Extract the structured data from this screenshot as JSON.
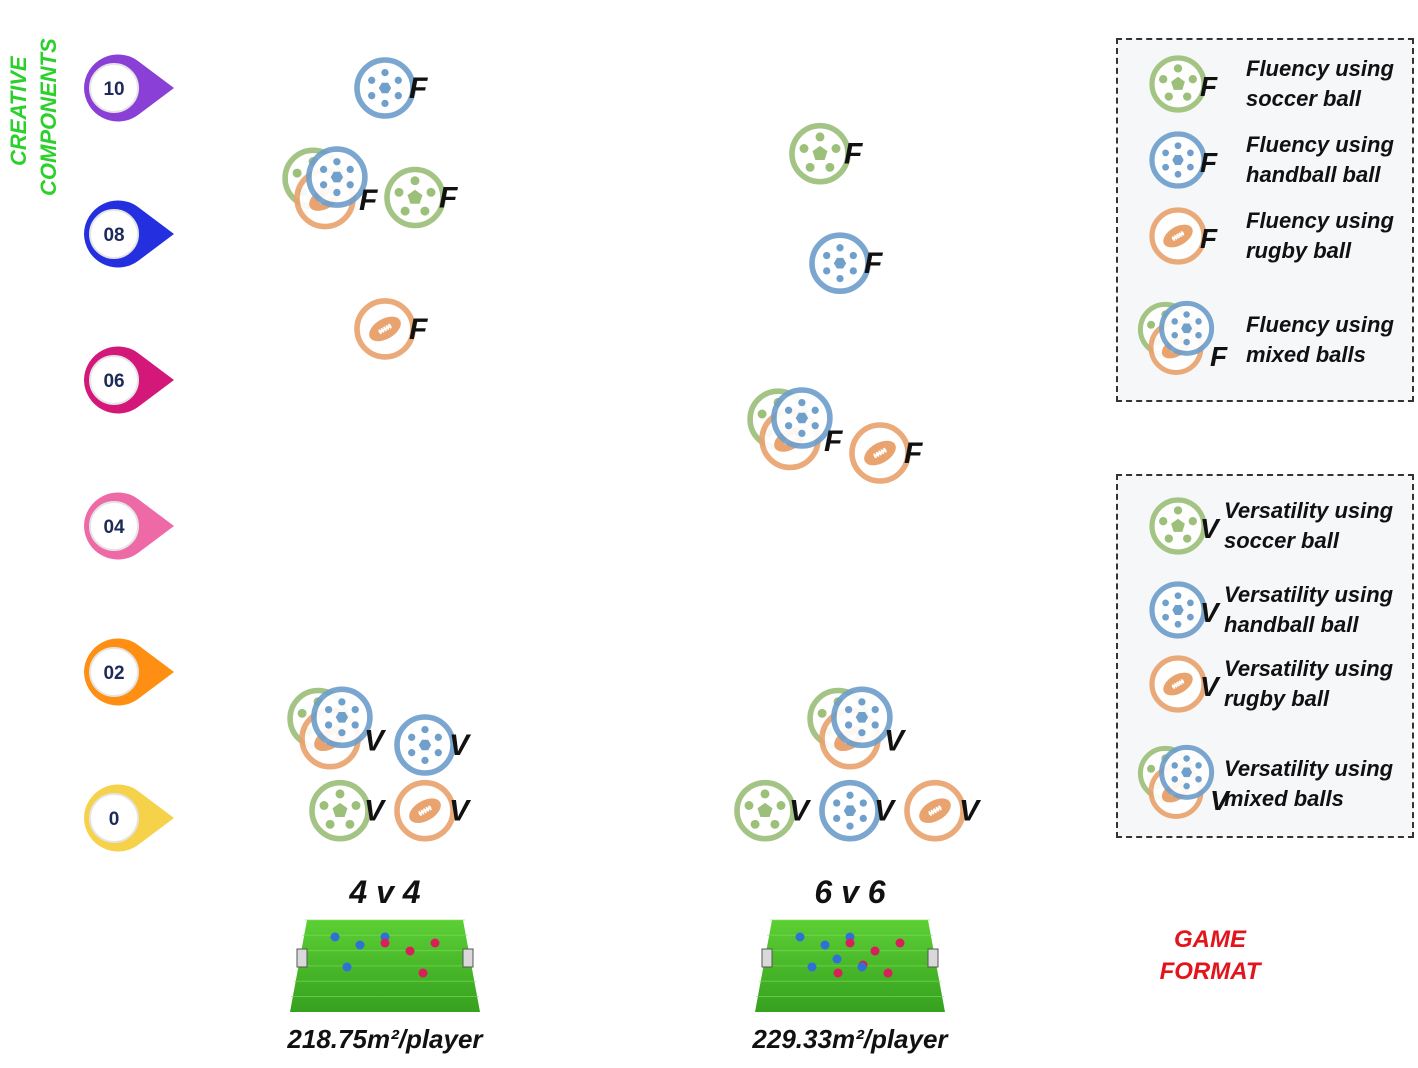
{
  "chart_data": {
    "type": "scatter",
    "ylabel": "CREATIVE COMPONENTS",
    "xlabel": "GAME FORMAT",
    "ylim": [
      0,
      10
    ],
    "yticks": [
      "10",
      "08",
      "06",
      "04",
      "02",
      "0"
    ],
    "categories": [
      {
        "label": "4 v 4",
        "area": "218.75m²/player"
      },
      {
        "label": "6 v 6",
        "area": "229.33m²/player"
      }
    ],
    "series": [
      {
        "name": "Fluency using soccer ball",
        "ball": "soccer",
        "letter": "F",
        "values": [
          8.5,
          9.1
        ]
      },
      {
        "name": "Fluency using handball ball",
        "ball": "handball",
        "letter": "F",
        "values": [
          10.0,
          7.6
        ]
      },
      {
        "name": "Fluency using rugby ball",
        "ball": "rugby",
        "letter": "F",
        "values": [
          6.7,
          5.0
        ]
      },
      {
        "name": "Fluency using mixed balls",
        "ball": "mixed",
        "letter": "F",
        "values": [
          8.6,
          5.3
        ]
      },
      {
        "name": "Versatility using soccer ball",
        "ball": "soccer",
        "letter": "V",
        "values": [
          0.1,
          0.1
        ]
      },
      {
        "name": "Versatility using handball ball",
        "ball": "handball",
        "letter": "V",
        "values": [
          1.0,
          0.1
        ]
      },
      {
        "name": "Versatility using rugby ball",
        "ball": "rugby",
        "letter": "V",
        "values": [
          0.1,
          0.1
        ]
      },
      {
        "name": "Versatility using mixed balls",
        "ball": "mixed",
        "letter": "V",
        "values": [
          1.2,
          1.2
        ]
      }
    ],
    "legend_position": "right",
    "grid": false
  },
  "legend": {
    "fluency": [
      {
        "line1": "Fluency using",
        "line2": "soccer ball",
        "ball": "soccer",
        "letter": "F"
      },
      {
        "line1": "Fluency using",
        "line2": "handball ball",
        "ball": "handball",
        "letter": "F"
      },
      {
        "line1": "Fluency using",
        "line2": "rugby ball",
        "ball": "rugby",
        "letter": "F"
      },
      {
        "line1": "Fluency using",
        "line2": "mixed balls",
        "ball": "mixed",
        "letter": "F"
      }
    ],
    "versatility": [
      {
        "line1": "Versatility using",
        "line2": "soccer ball",
        "ball": "soccer",
        "letter": "V"
      },
      {
        "line1": "Versatility using",
        "line2": "handball ball",
        "ball": "handball",
        "letter": "V"
      },
      {
        "line1": "Versatility using",
        "line2": "rugby ball",
        "ball": "rugby",
        "letter": "V"
      },
      {
        "line1": "Versatility using",
        "line2": "mixed balls",
        "ball": "mixed",
        "letter": "V"
      }
    ]
  },
  "colors": {
    "soccer": "#9cc07a",
    "handball": "#6f9fcb",
    "rugby": "#e9a36f",
    "yaxis_title": "#2bd02b",
    "xaxis_title": "#e3151c",
    "marker_10": "#8a3fd6",
    "marker_08": "#2430e0",
    "marker_06": "#d4187a",
    "marker_04": "#ee6aa6",
    "marker_02": "#ff8f12",
    "marker_0": "#f5d24a",
    "pitch": "#48b82a"
  }
}
